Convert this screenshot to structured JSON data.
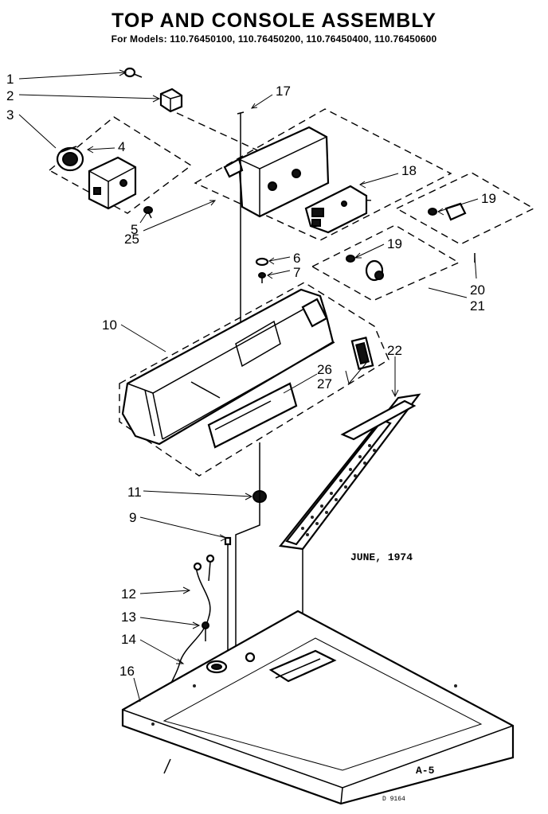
{
  "header": {
    "title": "TOP AND CONSOLE ASSEMBLY",
    "subtitle": "For Models: 110.76450100, 110.76450200, 110.76450400, 110.76450600"
  },
  "callouts": {
    "c1": "1",
    "c2": "2",
    "c3": "3",
    "c4": "4",
    "c5": "5",
    "c6": "6",
    "c7": "7",
    "c9": "9",
    "c10": "10",
    "c11": "11",
    "c12": "12",
    "c13": "13",
    "c14": "14",
    "c16": "16",
    "c17": "17",
    "c18": "18",
    "c19a": "19",
    "c19b": "19",
    "c20": "20",
    "c21": "21",
    "c22": "22",
    "c25": "25",
    "c26": "26",
    "c27": "27"
  },
  "notes": {
    "date": "JUNE, 1974",
    "page": "A-5",
    "code": "D 9164"
  }
}
